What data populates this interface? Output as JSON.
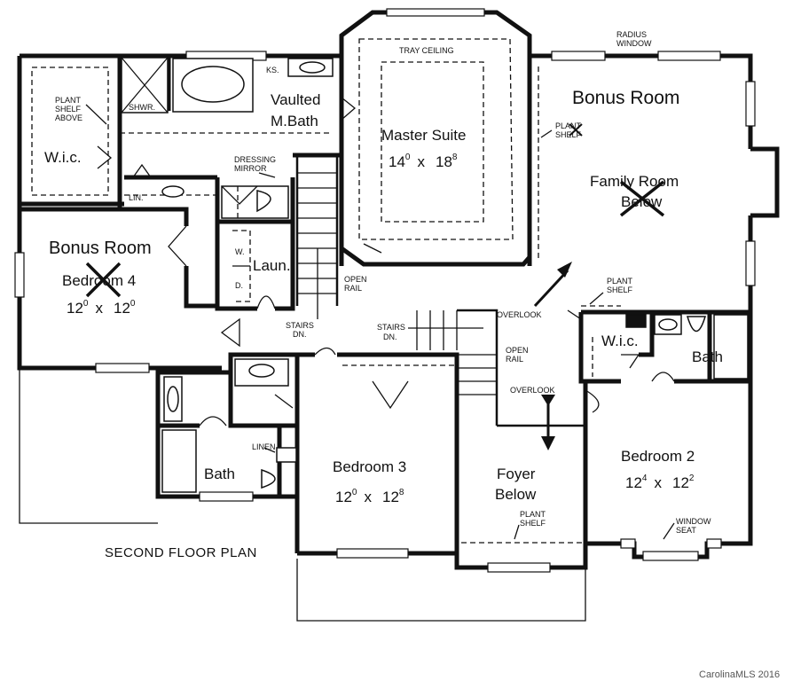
{
  "labels": {
    "bonus_room_right": "Bonus Room",
    "bonus_room_left": "Bonus Room",
    "plan_title": "SECOND FLOOR PLAN",
    "watermark": "CarolinaMLS 2016",
    "radius_window_1": "RADIUS",
    "radius_window_2": "WINDOW",
    "tray_ceiling": "TRAY CEILING",
    "master_suite": "Master Suite",
    "master_w": "14",
    "master_w_sup": "0",
    "master_x": "x",
    "master_l": "18",
    "master_l_sup": "8",
    "vaulted_1": "Vaulted",
    "vaulted_2": "M.Bath",
    "ks": "KS.",
    "shwr": "SHWR.",
    "plant_shelf_above_1": "PLANT",
    "plant_shelf_above_2": "SHELF",
    "plant_shelf_above_3": "ABOVE",
    "wic_master": "W.i.c.",
    "lin": "LIN.",
    "dressing_1": "DRESSING",
    "dressing_2": "MIRROR",
    "plant_shelf_family_1": "PLANT",
    "plant_shelf_family_2": "SHELF",
    "family_room_1": "Family Room",
    "family_room_2": "Below",
    "bedroom4": "Bedroom 4",
    "bedroom4_w": "12",
    "bedroom4_w_sup": "0",
    "bedroom4_x": "x",
    "bedroom4_l": "12",
    "bedroom4_l_sup": "0",
    "laun": "Laun.",
    "w": "W.",
    "d": "D.",
    "open_rail_1a": "OPEN",
    "open_rail_1b": "RAIL",
    "stairs_dn_1a": "STAIRS",
    "stairs_dn_1b": "DN.",
    "stairs_dn_2a": "STAIRS",
    "stairs_dn_2b": "DN.",
    "overlook_1": "OVERLOOK",
    "overlook_2": "OVERLOOK",
    "open_rail_2a": "OPEN",
    "open_rail_2b": "RAIL",
    "plant_shelf_mid_1": "PLANT",
    "plant_shelf_mid_2": "SHELF",
    "wic_bed2": "W.i.c.",
    "bath_bed2": "Bath",
    "bath_hall": "Bath",
    "linen": "LINEN",
    "bedroom3": "Bedroom 3",
    "bedroom3_w": "12",
    "bedroom3_w_sup": "0",
    "bedroom3_x": "x",
    "bedroom3_l": "12",
    "bedroom3_l_sup": "8",
    "foyer_1": "Foyer",
    "foyer_2": "Below",
    "plant_shelf_foyer_1": "PLANT",
    "plant_shelf_foyer_2": "SHELF",
    "bedroom2": "Bedroom 2",
    "bedroom2_w": "12",
    "bedroom2_w_sup": "4",
    "bedroom2_x": "x",
    "bedroom2_l": "12",
    "bedroom2_l_sup": "2",
    "window_seat_1": "WINDOW",
    "window_seat_2": "SEAT"
  },
  "colors": {
    "line": "#111111",
    "background": "#ffffff",
    "watermark": "#555555"
  }
}
